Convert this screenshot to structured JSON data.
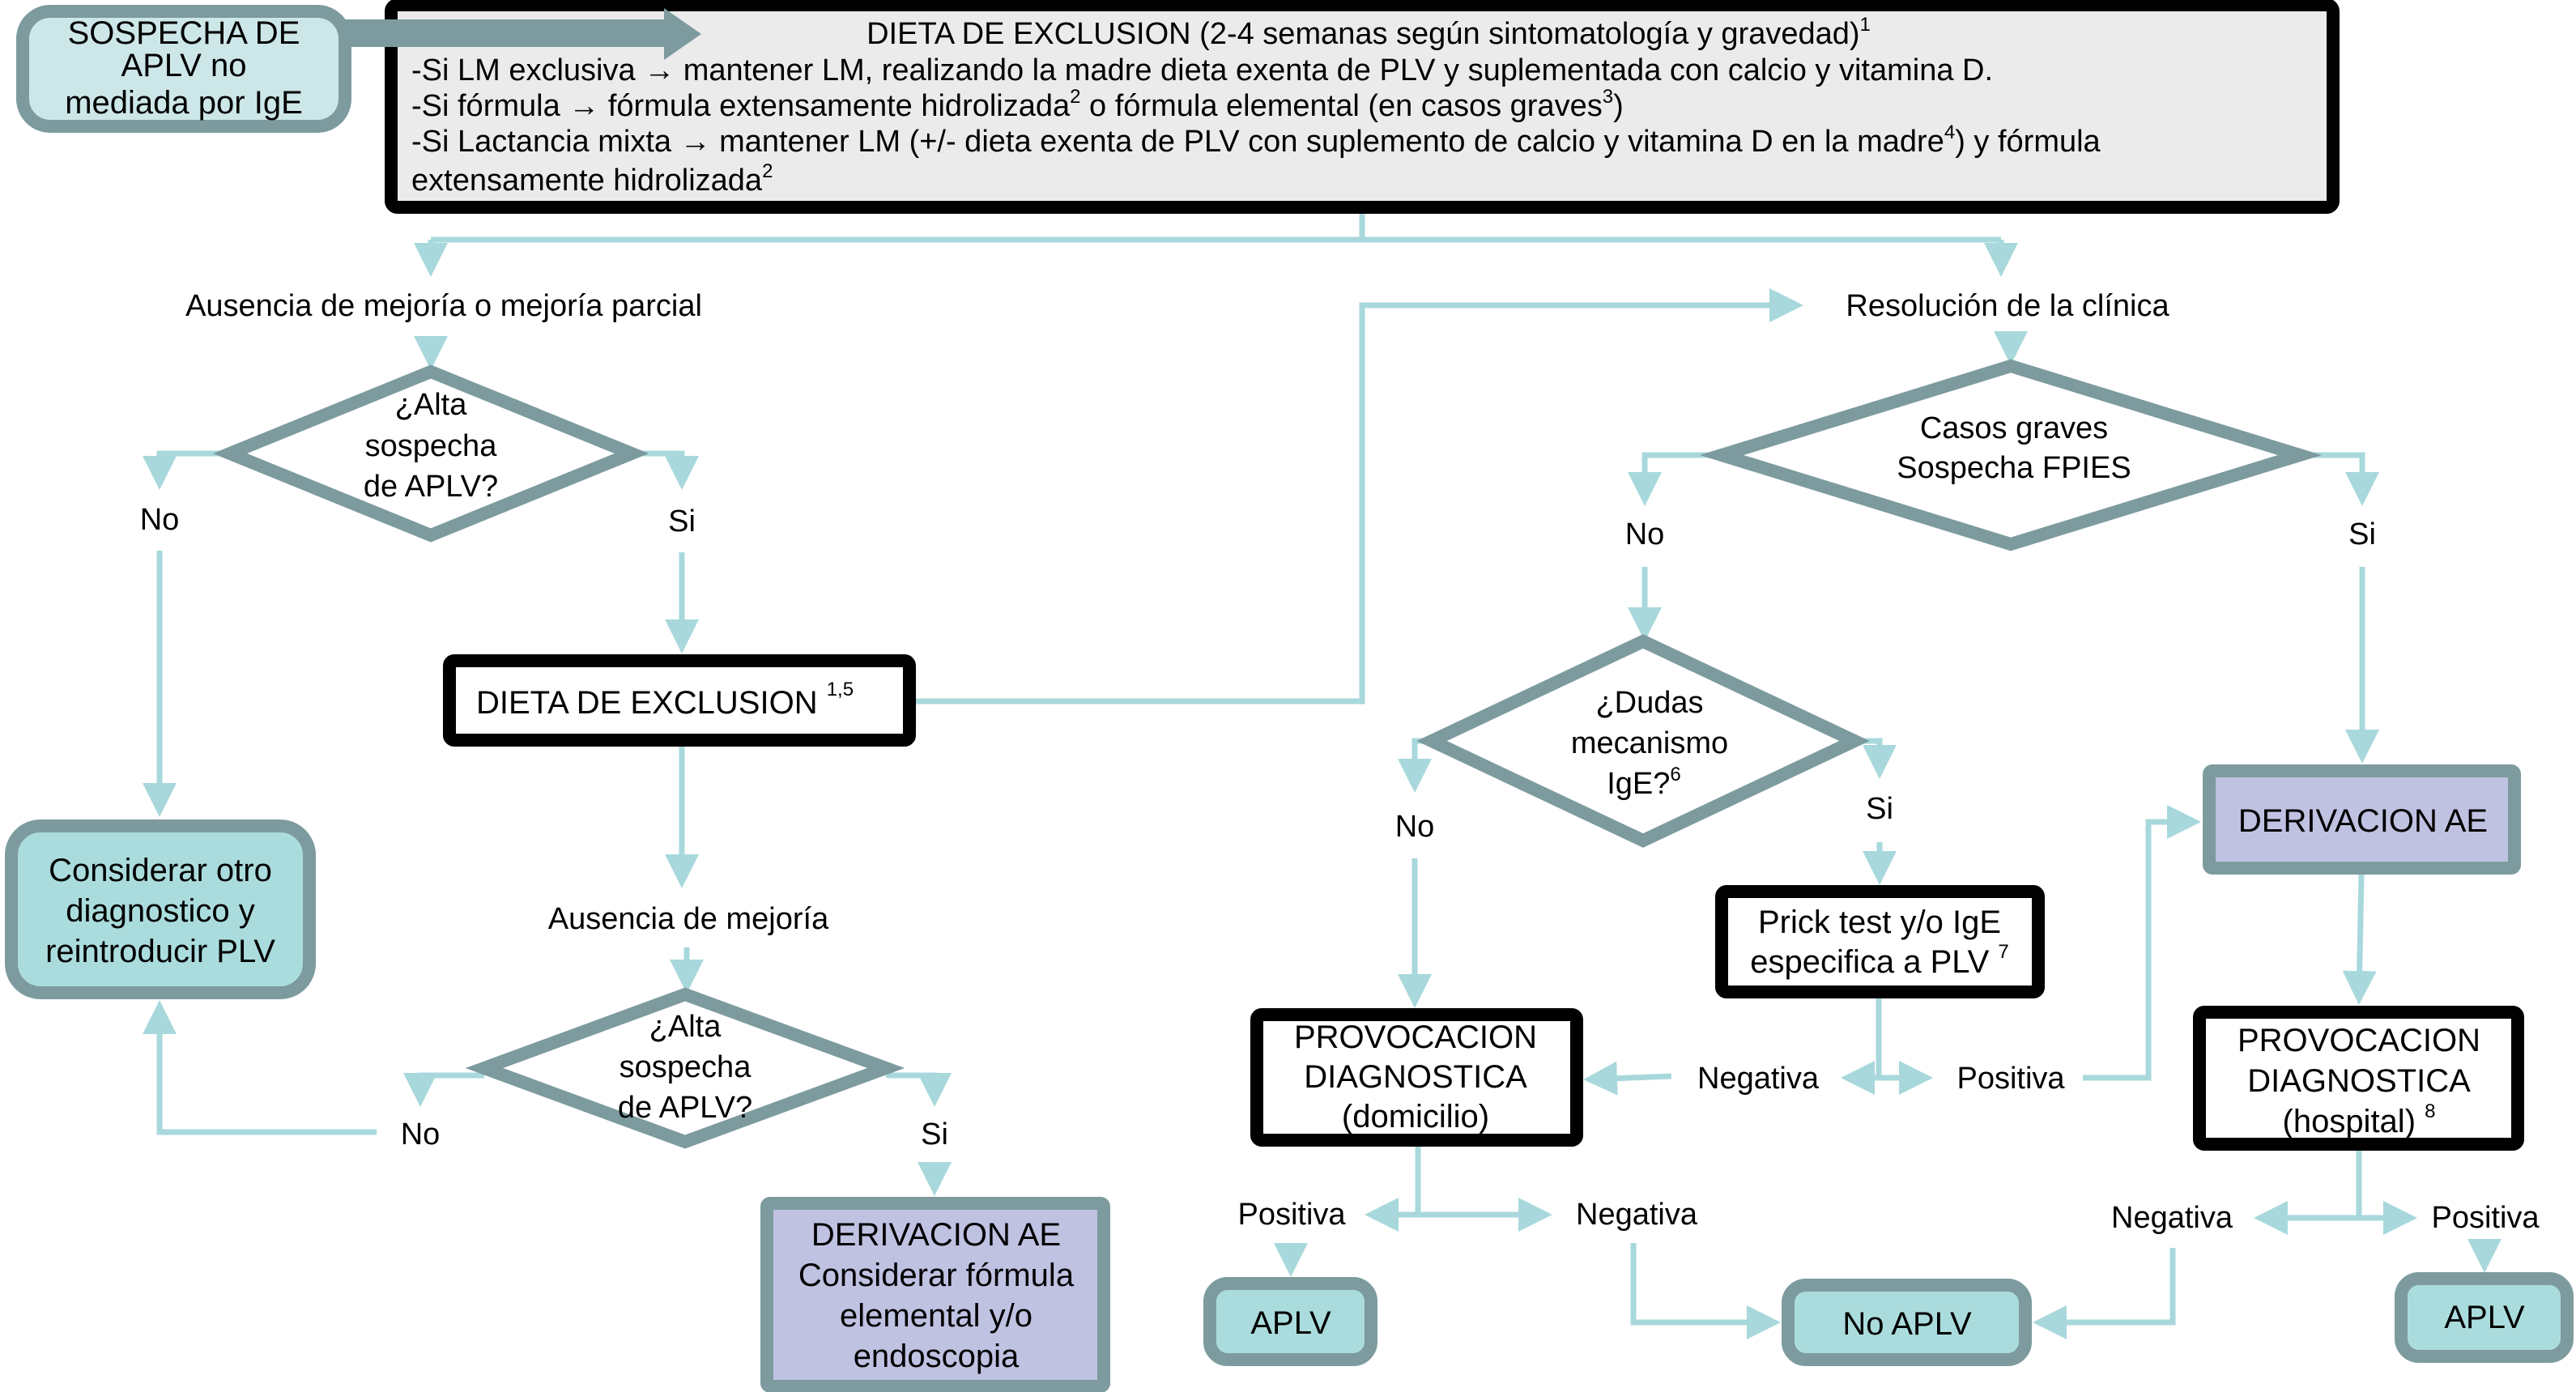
{
  "start": {
    "lines": [
      "SOSPECHA DE",
      "APLV no",
      "mediada por IgE"
    ]
  },
  "top_box": {
    "title": "DIETA DE EXCLUSION (2-4 semanas según sintomatología y gravedad)",
    "title_sup": "1",
    "line1": "-Si LM exclusiva → mantener LM, realizando la madre dieta exenta de PLV y suplementada con calcio y vitamina D.",
    "line2_a": "-Si fórmula → fórmula extensamente hidrolizada",
    "line2_sup1": "2",
    "line2_b": " o fórmula elemental (en casos graves",
    "line2_sup2": "3",
    "line2_c": ")",
    "line3_a": "-Si Lactancia mixta → mantener LM (+/- dieta exenta de PLV con suplemento de calcio y vitamina D en la madre",
    "line3_sup": "4",
    "line3_b": ") y fórmula",
    "line4_a": "extensamente hidrolizada",
    "line4_sup": "2"
  },
  "left_branch": {
    "outcome_label": "Ausencia de mejoría o mejoría parcial",
    "diamond1": {
      "lines": [
        "¿Alta",
        "sospecha",
        "de APLV?"
      ],
      "no": "No",
      "yes": "Si"
    },
    "diet_box": {
      "label": "DIETA DE EXCLUSION ",
      "sup": "1,5"
    },
    "other_dx_box": {
      "lines": [
        "Considerar otro",
        "diagnostico y",
        "reintroducir PLV"
      ]
    },
    "second_outcome": "Ausencia de mejoría",
    "diamond2": {
      "lines": [
        "¿Alta",
        "sospecha",
        "de APLV?"
      ],
      "no": "No",
      "yes": "Si"
    },
    "referral_box": {
      "lines": [
        "DERIVACION AE",
        "Considerar fórmula",
        "elemental y/o",
        "endoscopia"
      ]
    }
  },
  "right_branch": {
    "outcome_label": "Resolución de la clínica",
    "diamond3": {
      "lines": [
        "Casos graves",
        "Sospecha FPIES"
      ],
      "no": "No",
      "yes": "Si"
    },
    "diamond4": {
      "line1": "¿Dudas",
      "line2": "mecanismo",
      "line3": "IgE?",
      "line3_sup": "6",
      "no": "No",
      "yes": "Si"
    },
    "prick_box": {
      "line1": "Prick test y/o IgE",
      "line2": "especifica a PLV ",
      "line2_sup": "7"
    },
    "prick_negative": "Negativa",
    "prick_positive": "Positiva",
    "home_challenge": {
      "lines": [
        "PROVOCACION",
        "DIAGNOSTICA",
        "(domicilio)"
      ]
    },
    "home_positive": "Positiva",
    "home_negative": "Negativa",
    "referral_box": {
      "label": "DERIVACION AE"
    },
    "hospital_challenge": {
      "line1": "PROVOCACION",
      "line2": "DIAGNOSTICA",
      "line3": "(hospital) ",
      "line3_sup": "8"
    },
    "hospital_negative": "Negativa",
    "hospital_positive": "Positiva"
  },
  "terminals": {
    "aplv_left": "APLV",
    "no_aplv": "No APLV",
    "aplv_right": "APLV"
  },
  "colors": {
    "connector": "#a8d8dc",
    "shape_border": "#7d9b9f",
    "terminal_fill": "#abdcdd",
    "start_fill": "#cde7e8",
    "referral_fill": "#c0c2e2",
    "top_box_fill": "#ebebeb"
  }
}
